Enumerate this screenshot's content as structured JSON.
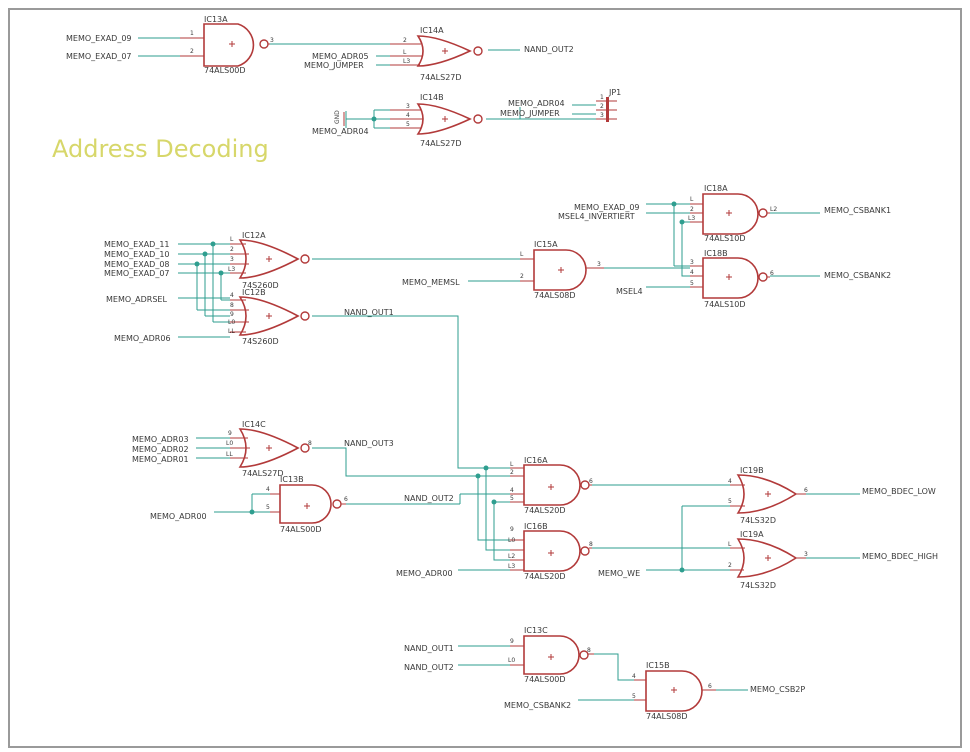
{
  "title": "Address Decoding",
  "gates": [
    {
      "id": "IC13A",
      "type": "NAND2",
      "part": "74ALS00D"
    },
    {
      "id": "IC14A",
      "type": "NOR3",
      "part": "74ALS27D"
    },
    {
      "id": "IC14B",
      "type": "NOR3",
      "part": "74ALS27D"
    },
    {
      "id": "IC12A",
      "type": "NOR4",
      "part": "74S260D"
    },
    {
      "id": "IC12B",
      "type": "NOR4",
      "part": "74S260D"
    },
    {
      "id": "IC15A",
      "type": "AND2",
      "part": "74ALS08D"
    },
    {
      "id": "IC18A",
      "type": "NAND3",
      "part": "74ALS10D"
    },
    {
      "id": "IC18B",
      "type": "NAND3",
      "part": "74ALS10D"
    },
    {
      "id": "IC14C",
      "type": "NOR3",
      "part": "74ALS27D"
    },
    {
      "id": "IC13B",
      "type": "NAND2",
      "part": "74ALS00D"
    },
    {
      "id": "IC16A",
      "type": "NAND4",
      "part": "74ALS20D"
    },
    {
      "id": "IC16B",
      "type": "NAND4",
      "part": "74ALS20D"
    },
    {
      "id": "IC19B",
      "type": "OR2",
      "part": "74LS32D"
    },
    {
      "id": "IC19A",
      "type": "OR2",
      "part": "74LS32D"
    },
    {
      "id": "IC13C",
      "type": "NAND2",
      "part": "74ALS00D"
    },
    {
      "id": "IC15B",
      "type": "AND2",
      "part": "74ALS08D"
    }
  ],
  "jumper": {
    "id": "JP1"
  },
  "gnd": "GND",
  "nets": [
    "MEMO_EXAD_09",
    "MEMO_EXAD_07",
    "MEMO_ADR05",
    "MEMO_JUMPER",
    "NAND_OUT2",
    "MEMO_ADR04",
    "MEMO_ADR04",
    "MEMO_JUMPER",
    "MEMO_EXAD_09",
    "MSEL4_INVERTIERT",
    "MEMO_CSBANK1",
    "MEMO_EXAD_11",
    "MEMO_EXAD_10",
    "MEMO_EXAD_08",
    "MEMO_EXAD_07",
    "MEMO_MEMSL",
    "MSEL4",
    "MEMO_CSBANK2",
    "MEMO_ADRSEL",
    "NAND_OUT1",
    "MEMO_ADR06",
    "MEMO_ADR03",
    "MEMO_ADR02",
    "MEMO_ADR01",
    "NAND_OUT3",
    "MEMO_ADR00",
    "NAND_OUT2",
    "MEMO_BDEC_LOW",
    "MEMO_ADR00",
    "MEMO_WE",
    "MEMO_BDEC_HIGH",
    "NAND_OUT1",
    "NAND_OUT2",
    "MEMO_CSBANK2",
    "MEMO_CSB2P"
  ]
}
